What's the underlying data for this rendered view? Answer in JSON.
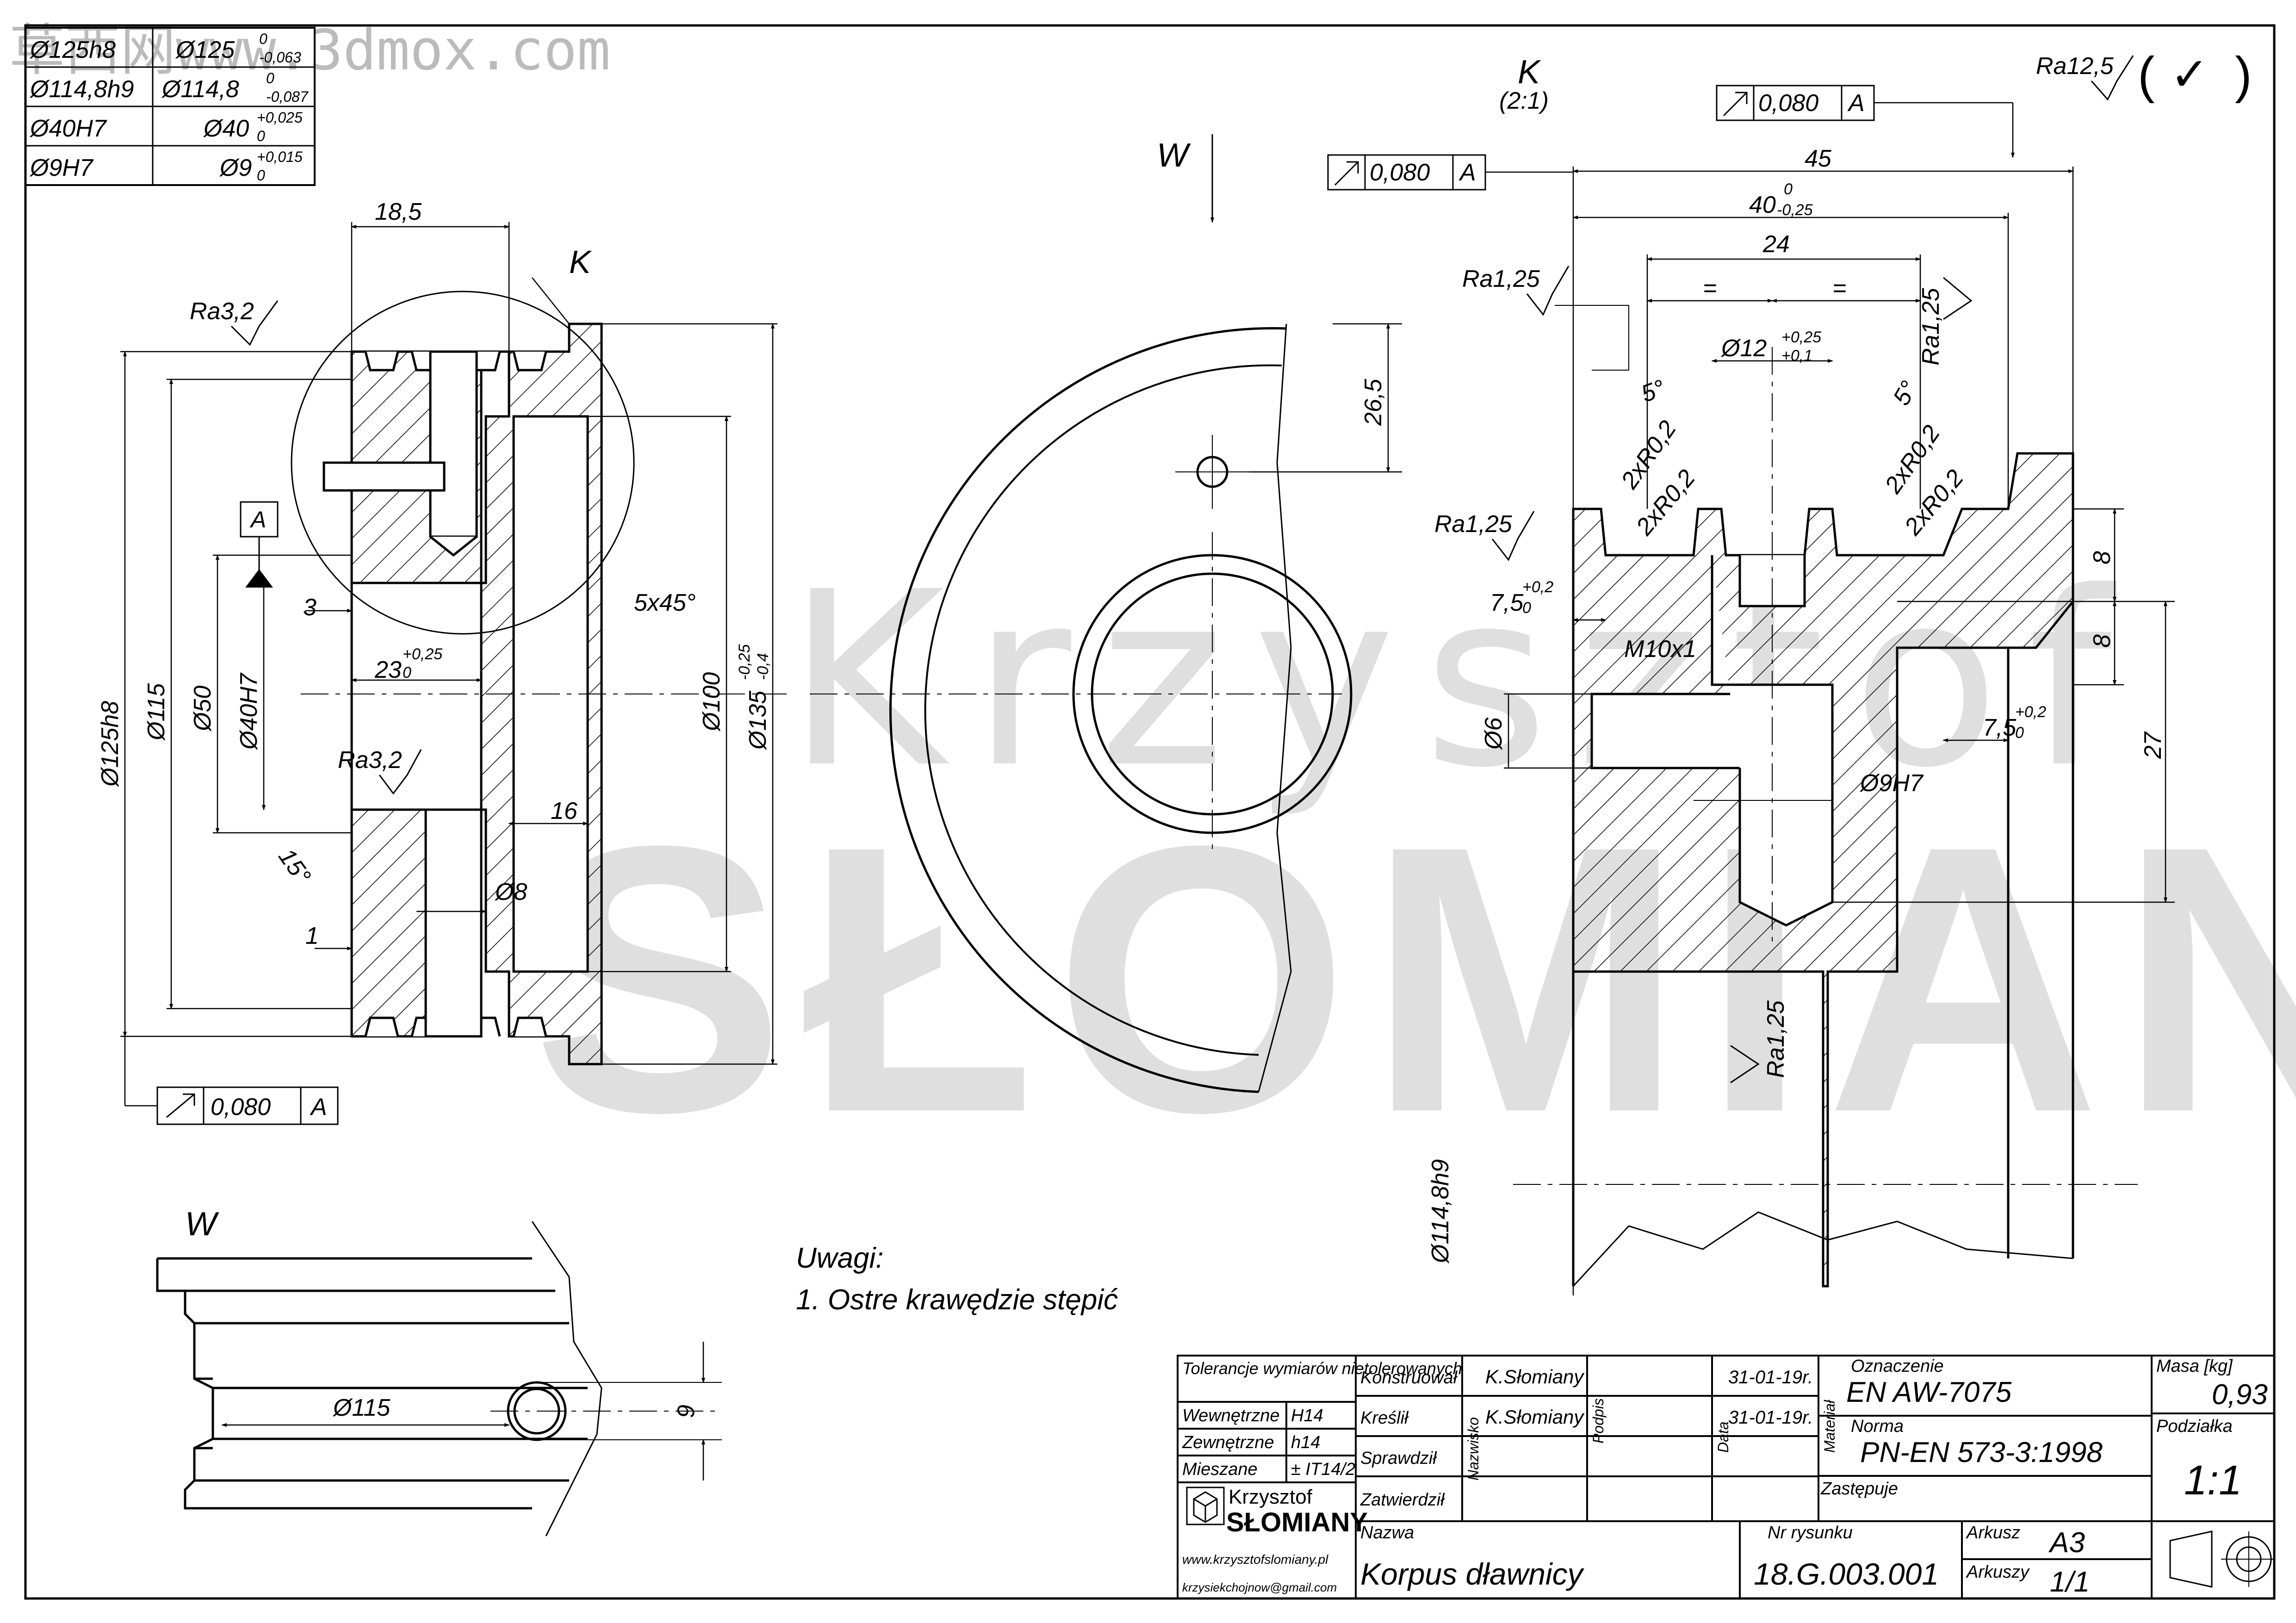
{
  "watermark": {
    "top_text": "草西网www.3dmox.com",
    "brand_top": "Krzysztof",
    "brand_bottom": "SŁOMIANY"
  },
  "tolerance_table": [
    {
      "fit": "Ø125h8",
      "value": "Ø125",
      "upper": "0",
      "lower": "-0,063"
    },
    {
      "fit": "Ø114,8h9",
      "value": "Ø114,8",
      "upper": "0",
      "lower": "-0,087"
    },
    {
      "fit": "Ø40H7",
      "value": "Ø40",
      "upper": "+0,025",
      "lower": "0"
    },
    {
      "fit": "Ø9H7",
      "value": "Ø9",
      "upper": "+0,015",
      "lower": "0"
    }
  ],
  "section_view": {
    "dims": {
      "width_top": "18,5",
      "detail_label": "K",
      "ra_top": "Ra3,2",
      "ra_mid": "Ra3,2",
      "datum": "A",
      "d125": "Ø125h8",
      "d115": "Ø115",
      "d50": "Ø50",
      "d40": "Ø40H7",
      "d100": "Ø100",
      "d135": "Ø135",
      "d135_upper": "-0,25",
      "d135_lower": "-0,4",
      "gap3": "3",
      "chamfer": "5x45°",
      "d23": "23",
      "d23_upper": "+0,25",
      "d23_lower": "0",
      "d16": "16",
      "d8": "Ø8",
      "d1": "1",
      "angle15": "15°",
      "runout": "0,080",
      "runout_datum": "A"
    }
  },
  "front_view": {
    "view_label": "W",
    "d26": "26,5"
  },
  "detail_view": {
    "label": "K",
    "scale": "(2:1)",
    "ra_general": "Ra12,5",
    "ra_general_check": "✓",
    "runout1": "0,080",
    "runout1_datum": "A",
    "runout2": "0,080",
    "runout2_datum": "A",
    "d45": "45",
    "d40": "40",
    "d40_upper": "0",
    "d40_lower": "-0,25",
    "d24": "24",
    "eq1": "=",
    "eq2": "=",
    "ra1": "Ra1,25",
    "ra2": "Ra1,25",
    "ra3": "Ra1,25",
    "ra4": "Ra1,25",
    "d12": "Ø12",
    "d12_upper": "+0,25",
    "d12_lower": "+0,1",
    "angle_left": "5°",
    "angle_right": "5°",
    "r1": "2xR0,2",
    "r2": "2xR0,2",
    "r3": "2xR0,2",
    "r4": "2xR0,2",
    "d7_5_left": "7,5",
    "d7_5_left_upper": "+0,2",
    "d7_5_left_lower": "0",
    "thread": "M10x1",
    "d6": "Ø6",
    "d9h7": "Ø9H7",
    "d7_5_right": "7,5",
    "d7_5_right_upper": "+0,2",
    "d7_5_right_lower": "0",
    "d8a": "8",
    "d8b": "8",
    "d27": "27",
    "d114": "Ø114,8h9"
  },
  "view_w": {
    "label": "W",
    "d115": "Ø115",
    "d9": "9"
  },
  "notes": {
    "title": "Uwagi:",
    "item1": "1. Ostre krawędzie stępić"
  },
  "title_block": {
    "tol_header": "Tolerancje wymiarów nietolerowanych",
    "tol_rows": [
      {
        "label": "Wewnętrzne",
        "value": "H14"
      },
      {
        "label": "Zewnętrzne",
        "value": "h14"
      },
      {
        "label": "Mieszane",
        "value": "± IT14/2"
      }
    ],
    "roles": [
      "Konstruował",
      "Kreślił",
      "Sprawdził",
      "Zatwierdził"
    ],
    "names": [
      "K.Słomiany",
      "K.Słomiany"
    ],
    "dates": [
      "31-01-19r.",
      "31-01-19r."
    ],
    "col_nazwisko": "Nazwisko",
    "col_podpis": "Podpis",
    "col_data": "Data",
    "col_material": "Materiał",
    "oznaczenie_label": "Oznaczenie",
    "oznaczenie": "EN AW-7075",
    "norma_label": "Norma",
    "norma": "PN-EN 573-3:1998",
    "zastepuje_label": "Zastępuje",
    "masa_label": "Masa [kg]",
    "masa": "0,93",
    "podzialka_label": "Podziałka",
    "podzialka": "1:1",
    "logo_top": "Krzysztof",
    "logo_bottom": "SŁOMIANY",
    "www": "www.krzysztofslomiany.pl",
    "email": "krzysiekchojnow@gmail.com",
    "nazwa_label": "Nazwa",
    "nazwa": "Korpus dławnicy",
    "nr_label": "Nr rysunku",
    "nr": "18.G.003.001",
    "arkusz_label": "Arkusz",
    "arkusz": "A3",
    "arkuszy_label": "Arkuszy",
    "arkuszy": "1/1"
  }
}
